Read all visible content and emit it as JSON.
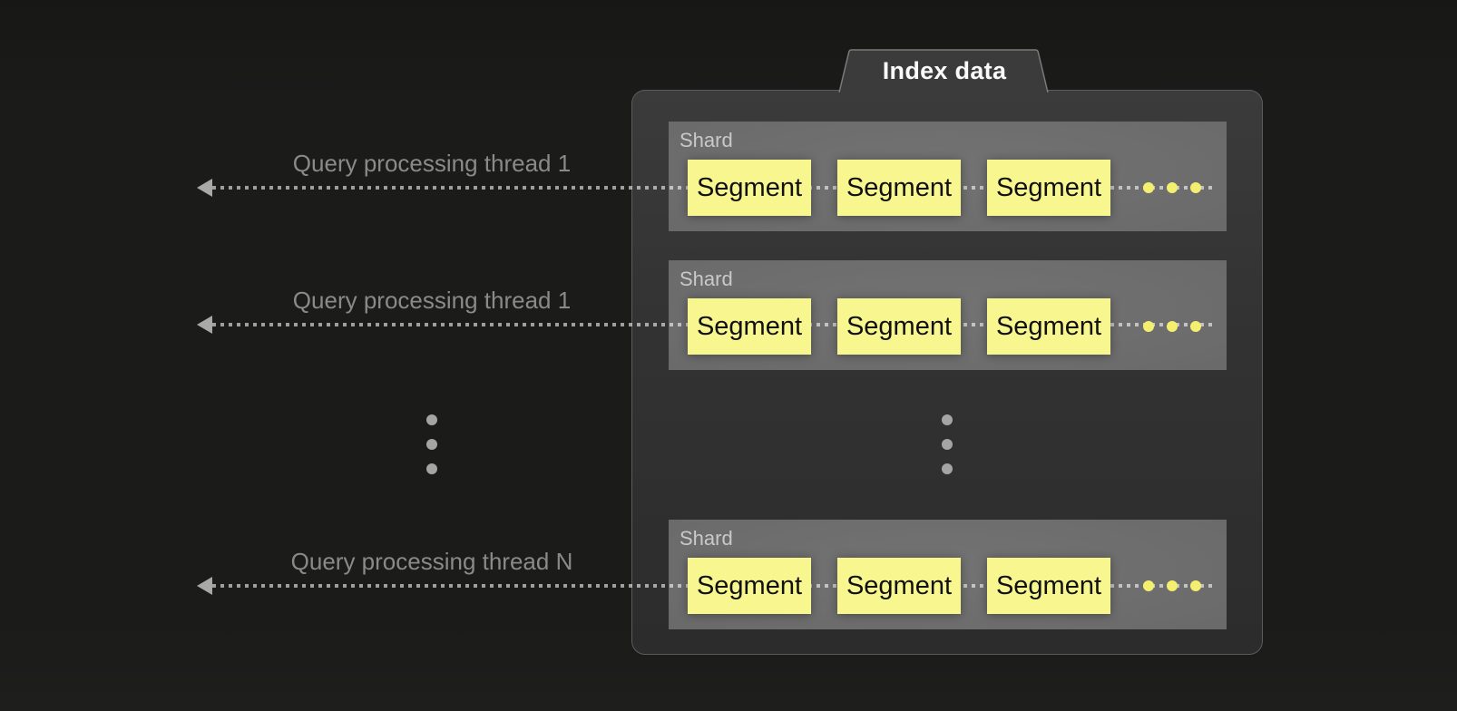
{
  "diagram": {
    "index_data": {
      "title": "Index data",
      "shards": [
        {
          "label": "Shard",
          "segments": [
            "Segment",
            "Segment",
            "Segment"
          ],
          "more_segments_ellipsis": "•••"
        },
        {
          "label": "Shard",
          "segments": [
            "Segment",
            "Segment",
            "Segment"
          ],
          "more_segments_ellipsis": "•••"
        },
        {
          "label": "Shard",
          "segments": [
            "Segment",
            "Segment",
            "Segment"
          ],
          "more_segments_ellipsis": "•••"
        }
      ],
      "more_shards_ellipsis": "⋮"
    },
    "threads": [
      {
        "label": "Query processing thread 1"
      },
      {
        "label": "Query processing thread 1"
      },
      {
        "label": "Query processing thread N"
      }
    ],
    "more_threads_ellipsis": "⋮",
    "colors": {
      "background": "#1b1b1a",
      "container_border": "#5c5c5c",
      "tab_fill": "#3b3b3b",
      "tab_border": "#7a7a7a",
      "title_text": "#fafafa",
      "shard_fill": "#6a6a6a",
      "shard_label_text": "#c9c9c9",
      "segment_fill": "#f8f68f",
      "segment_text": "#111111",
      "segment_ellipsis_dot": "#f4ef6f",
      "arrow_dash": "rgba(255,255,255,0.58)",
      "arrowhead": "#a9a9a9",
      "thread_label_text": "#8a8a8a",
      "ellipsis_dot": "#a5a5a5"
    }
  }
}
